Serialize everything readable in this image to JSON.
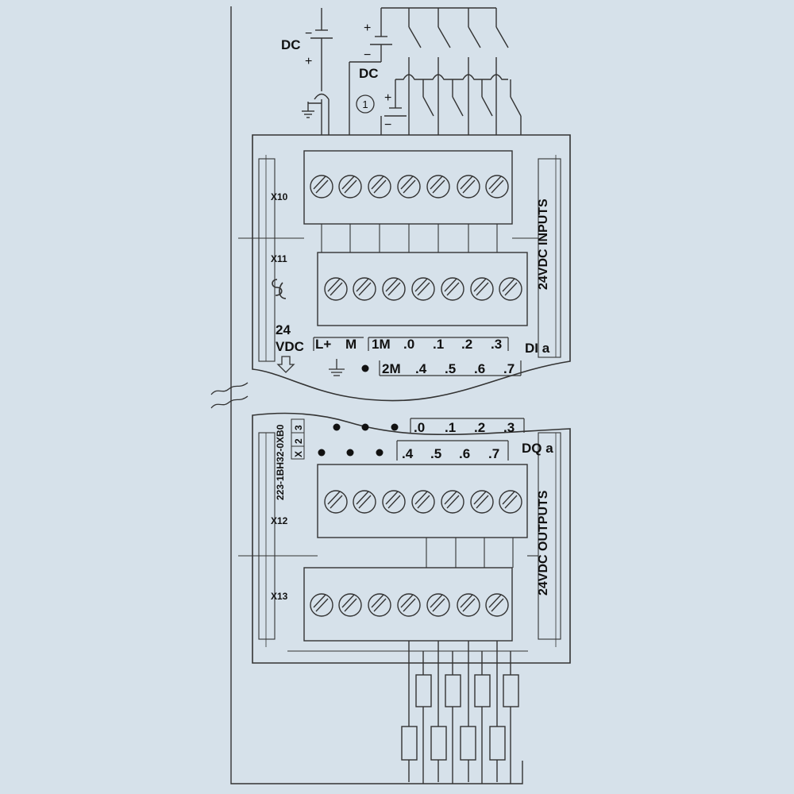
{
  "supply_labels": {
    "dc_top": "DC",
    "dc_inputs": "DC",
    "plus": "+",
    "minus": "−",
    "note_number": "1"
  },
  "module": {
    "connectors": {
      "x10": "X10",
      "x11": "X11",
      "x12": "X12",
      "x13": "X13"
    },
    "supply_voltage": "24",
    "supply_voltage_unit": "VDC",
    "part_number": "223-1BH32-0XB0",
    "slot_code": [
      "X",
      "2",
      "3"
    ],
    "inputs_title": "24VDC INPUTS",
    "outputs_title": "24VDC OUTPUTS"
  },
  "di_terminals": {
    "row1": [
      "L+",
      "M",
      "1M",
      ".0",
      ".1",
      ".2",
      ".3"
    ],
    "row2": [
      "2M",
      ".4",
      ".5",
      ".6",
      ".7"
    ],
    "group_label": "DI a"
  },
  "dq_terminals": {
    "row1": [
      ".0",
      ".1",
      ".2",
      ".3"
    ],
    "row2": [
      ".4",
      ".5",
      ".6",
      ".7"
    ],
    "group_label": "DQ a"
  }
}
